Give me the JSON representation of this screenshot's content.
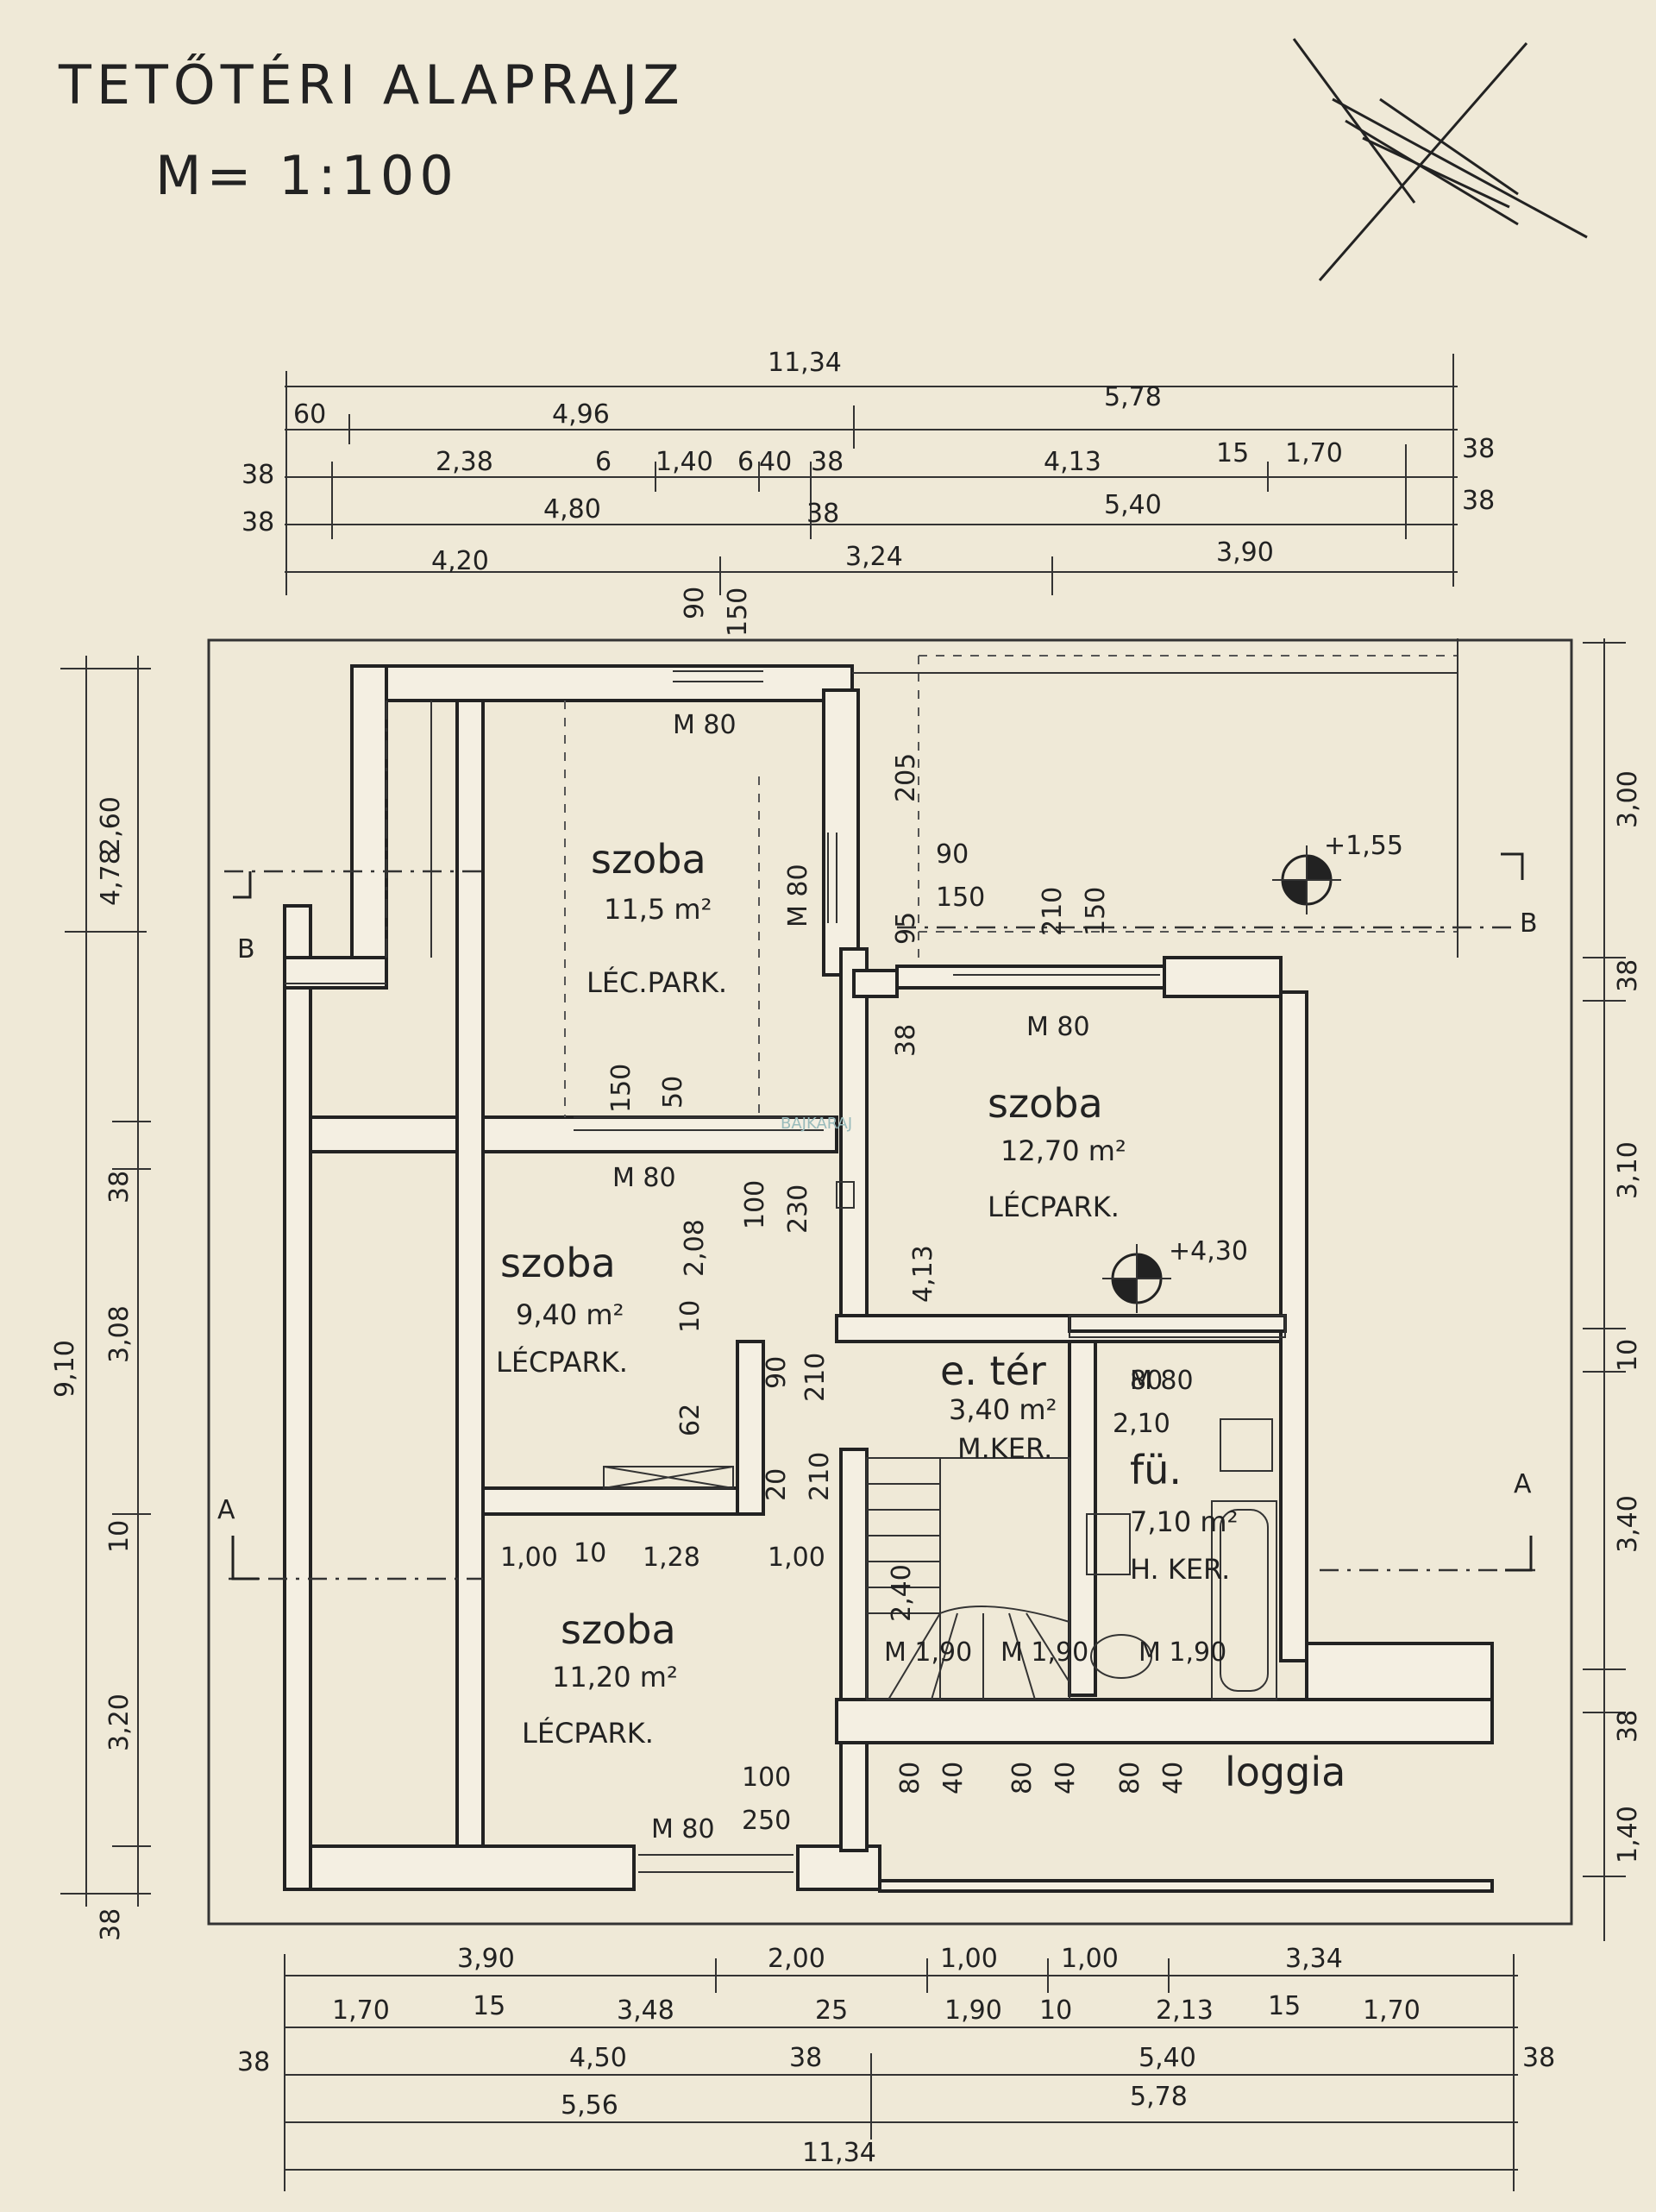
{
  "title": "TETŐTÉRI ALAPRAJZ",
  "scale": "M= 1:100",
  "watermark": "BAJKARAJ",
  "colors": {
    "paper": "#efe9d7",
    "ink": "#222222"
  },
  "rooms": {
    "room1": {
      "name": "szoba",
      "area": "11,5 m²",
      "note": "LÉC.PARK."
    },
    "room2": {
      "name": "szoba",
      "area": "12,70 m²",
      "note": "LÉCPARK."
    },
    "room3": {
      "name": "szoba",
      "area": "9,40 m²",
      "note": "LÉCPARK."
    },
    "room4": {
      "name": "szoba",
      "area": "11,20 m²",
      "note": "LÉCPARK."
    },
    "hall": {
      "name": "e. tér",
      "area": "3,40 m²",
      "note": "M.KER."
    },
    "bath": {
      "name": "fü.",
      "area": "7,10 m²",
      "note": "H. KER."
    },
    "loggia": {
      "name": "loggia"
    }
  },
  "levels": {
    "upper": "+1,55",
    "room": "+4,30"
  },
  "sections": {
    "a": "A",
    "b": "B"
  },
  "doors": [
    "M 80",
    "M 80",
    "M 80",
    "M 80",
    "M 80",
    "M 80",
    "M 1,90",
    "M 1,90",
    "M 1,90"
  ],
  "top_dims": {
    "row1": [
      "11,34"
    ],
    "row2": [
      "60",
      "4,96",
      "5,78"
    ],
    "row3": [
      "38",
      "2,38",
      "6",
      "1,40",
      "6",
      "40",
      "38",
      "4,13",
      "15",
      "1,70",
      "38"
    ],
    "row4": [
      "38",
      "4,80",
      "38",
      "5,40",
      "38"
    ],
    "row5": [
      "4,20",
      "3,24",
      "3,90"
    ]
  },
  "bottom_dims": {
    "row1": [
      "3,90",
      "2,00",
      "1,00",
      "1,00",
      "3,34"
    ],
    "row2": [
      "1,70",
      "15",
      "3,48",
      "25",
      "1,90",
      "10",
      "2,13",
      "15",
      "1,70"
    ],
    "row3": [
      "38",
      "4,50",
      "38",
      "5,40",
      "38"
    ],
    "row4": [
      "5,56",
      "5,78"
    ],
    "row5": [
      "11,34"
    ]
  },
  "left_dims": [
    "2,60",
    "4,78",
    "38",
    "3,08",
    "9,10",
    "10",
    "3,20",
    "38"
  ],
  "right_dims": [
    "3,00",
    "38",
    "3,10",
    "10",
    "3,40",
    "38",
    "1,40"
  ],
  "inner_dims": [
    "90",
    "150",
    "205",
    "90",
    "150",
    "95",
    "210",
    "150",
    "38",
    "150",
    "50",
    "2,08",
    "100",
    "230",
    "4,13",
    "10",
    "62",
    "90",
    "210",
    "20",
    "210",
    "1,00",
    "10",
    "1,28",
    "1,00",
    "2,40",
    "100",
    "250",
    "80",
    "40",
    "80",
    "40",
    "80",
    "40",
    "80",
    "2,10"
  ]
}
